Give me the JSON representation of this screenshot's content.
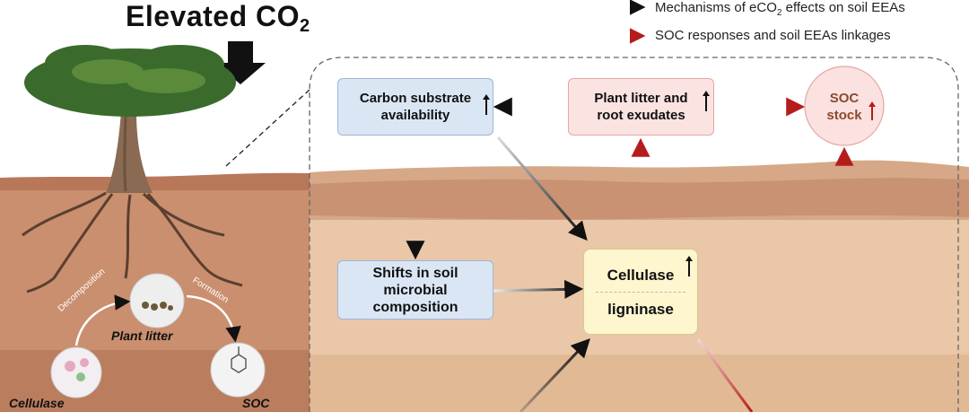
{
  "title": {
    "main": "Elevated CO",
    "sub": "2"
  },
  "legend": {
    "black_prefix": "Mechanisms of eCO",
    "black_sub": "2",
    "black_suffix": " effects on soil EEAs",
    "red_text": "SOC responses and soil EEAs linkages"
  },
  "boxes": {
    "carbon_substrate": {
      "line1": "Carbon substrate",
      "line2": "availability"
    },
    "plant_litter_exudates": {
      "line1": "Plant litter and",
      "line2": "root exudates"
    },
    "soc_stock": {
      "line1": "SOC",
      "line2": "stock"
    },
    "shifts": {
      "line1": "Shifts in soil",
      "line2": "microbial",
      "line3": "composition"
    },
    "enzymes": {
      "top": "Cellulase",
      "bottom": "ligninase"
    }
  },
  "cycle": {
    "plant_litter": "Plant litter",
    "decomposition": "Decomposition",
    "formation": "Formation",
    "cellulase": "Cellulase",
    "soc": "SOC"
  },
  "colors": {
    "black_arrow": "#1a1a1a",
    "red_arrow": "#b51c1c",
    "soil_light": "#e9c7a8",
    "soil_mid": "#d9a888",
    "soil_dark": "#b9775a"
  }
}
